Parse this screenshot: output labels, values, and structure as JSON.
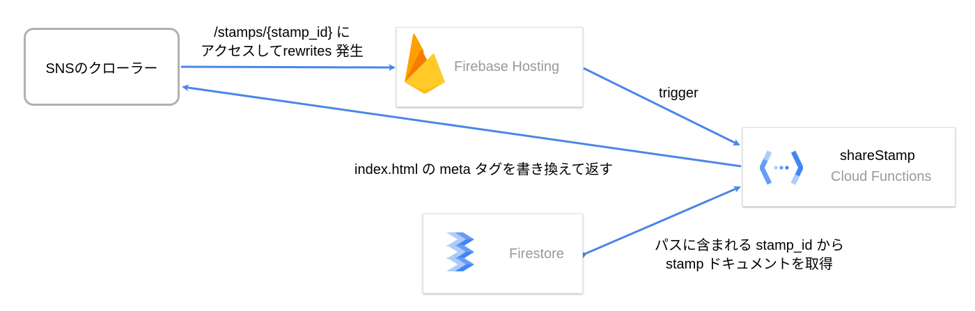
{
  "nodes": {
    "crawler": {
      "label": "SNSのクローラー"
    },
    "hosting": {
      "label": "Firebase Hosting",
      "icon": "firebase-flame-icon"
    },
    "functions": {
      "title": "shareStamp",
      "subtitle": "Cloud Functions",
      "icon": "cloud-functions-icon"
    },
    "firestore": {
      "label": "Firestore",
      "icon": "firestore-icon"
    }
  },
  "edges": {
    "access": {
      "line1": "/stamps/{stamp_id} に",
      "line2": "アクセスしてrewrites 発生"
    },
    "trigger": {
      "label": "trigger"
    },
    "rewrite_meta": {
      "label": "index.html の meta タグを書き換えて返す"
    },
    "fetch_doc": {
      "line1": "パスに含まれる stamp_id から",
      "line2": "stamp ドキュメントを取得"
    }
  },
  "colors": {
    "arrow": "#4a86e8",
    "border_gray": "#b0b0b0",
    "muted_text": "#9a9a9a",
    "firebase_yellow": "#ffca28",
    "firebase_orange": "#f57c00",
    "firebase_amber": "#ffa000",
    "gcp_blue": "#669df6",
    "gcp_blue_dark": "#4285f4",
    "gcp_blue_light": "#aecbfa"
  }
}
